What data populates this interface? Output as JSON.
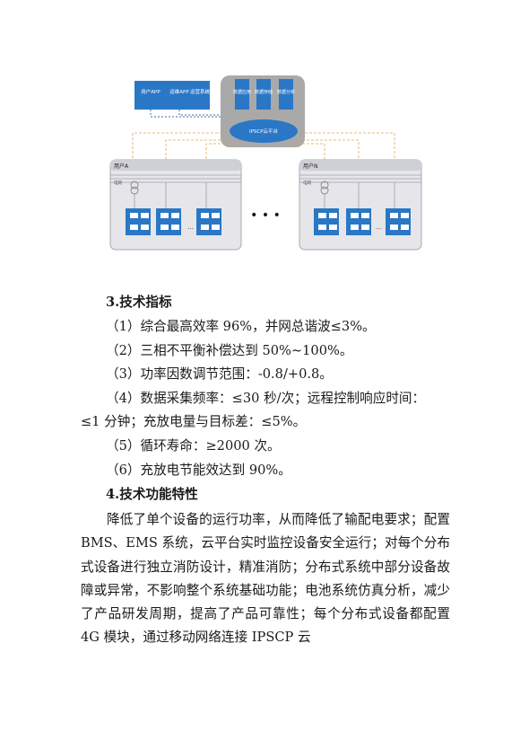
{
  "diagram": {
    "top_boxes": [
      "用户APP",
      "运维APP",
      "运营系统"
    ],
    "cloud_modules": [
      "数据应用",
      "数据存储",
      "数据分析"
    ],
    "cloud_name": "IPSCP云平台",
    "user_a_label": "用户A",
    "user_n_label": "用户N",
    "grid_label": "电网",
    "ellipsis": "• • •",
    "small_ellipsis": "…"
  },
  "section3": {
    "heading": "3.技术指标",
    "items": [
      "（1）综合最高效率 96%，并网总谐波≤3%。",
      "（2）三相不平衡补偿达到 50%~100%。",
      "（3）功率因数调节范围：-0.8/+0.8。",
      "（4）数据采集频率：≤30 秒/次；远程控制响应时间：",
      "≤1 分钟；充放电量与目标差：≤5%。",
      "（5）循环寿命：≥2000 次。",
      "（6）充放电节能效达到 90%。"
    ]
  },
  "section4": {
    "heading": "4.技术功能特性",
    "paragraph": "降低了单个设备的运行功率，从而降低了输配电要求；配置 BMS、EMS 系统，云平台实时监控设备安全运行；对每个分布式设备进行独立消防设计，精准消防；分布式系统中部分设备故障或异常，不影响整个系统基础功能；电池系统仿真分析，减少了产品研发周期，提高了产品可靠性；每个分布式设备都配置 4G 模块，通过移动网络连接 IPSCP 云"
  }
}
